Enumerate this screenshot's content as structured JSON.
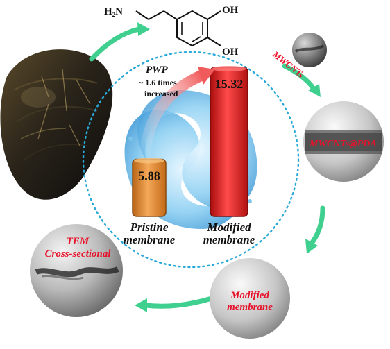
{
  "molecule": {
    "amine_label": "H₂N",
    "hydroxyl_top": "OH",
    "hydroxyl_bottom": "OH"
  },
  "annotation": {
    "metric": "PWP",
    "change_line1": "~ 1.6 times",
    "change_line2": "increased"
  },
  "chart_data": {
    "type": "bar",
    "categories": [
      "Pristine membrane",
      "Modified membrane"
    ],
    "category_lines": [
      [
        "Pristine",
        "membrane"
      ],
      [
        "Modified",
        "membrane"
      ]
    ],
    "values": [
      5.88,
      15.32
    ],
    "value_labels": [
      "5.88",
      "15.32"
    ],
    "colors": [
      "#e48a2f",
      "#e41f1f"
    ]
  },
  "steps": {
    "mwcnts": "MWCNTs",
    "mwcnts_pda": "MWCNTs@PDA",
    "modified_line1": "Modified",
    "modified_line2": "membrane",
    "tem_line1": "TEM",
    "tem_line2": "Cross-sectional"
  },
  "colors": {
    "arrow_green": "#3fcf8e",
    "dotted_circle": "#29a9d8",
    "label_red": "#e8112a",
    "highlight_arrow": "#f05a5a"
  }
}
